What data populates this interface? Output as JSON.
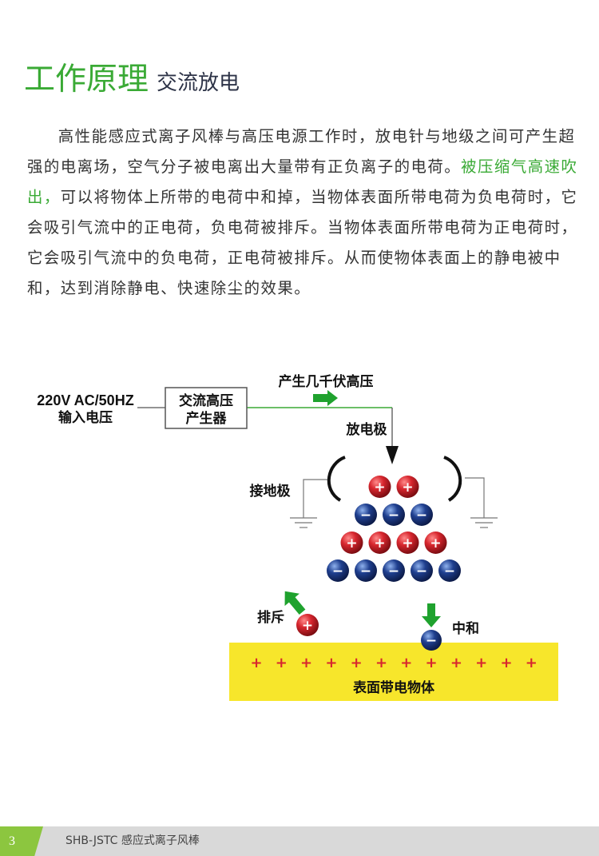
{
  "title": {
    "main": "工作原理",
    "sub": "交流放电"
  },
  "intro": {
    "part1": "高性能感应式离子风棒与高压电源工作时，放电针与地级之间可产生超强的电离场，空气分子被电离出大量带有正负离子的电荷。",
    "highlight": "被压缩气高速吹出，",
    "part2": "可以将物体上所带的电荷中和掉，当物体表面所带电荷为负电荷时，它会吸引气流中的正电荷，负电荷被排斥。当物体表面所带电荷为正电荷时，它会吸引气流中的负电荷，正电荷被排斥。从而使物体表面上的静电被中和，达到消除静电、快速除尘的效果。"
  },
  "diagram": {
    "input_line1": "220V AC/50HZ",
    "input_line2": "输入电压",
    "generator_line1": "交流高压",
    "generator_line2": "产生器",
    "high_voltage_label": "产生几千伏高压",
    "discharge_label": "放电极",
    "ground_label": "接地极",
    "repel_label": "排斥",
    "neutralize_label": "中和",
    "surface_label": "表面带电物体",
    "positive_symbol": "+",
    "negative_symbol": "−",
    "ion_rows": [
      {
        "sign": "+",
        "count": 2
      },
      {
        "sign": "-",
        "count": 3
      },
      {
        "sign": "+",
        "count": 4
      },
      {
        "sign": "-",
        "count": 5
      }
    ],
    "surface_plus_count": 12,
    "colors": {
      "accent_green": "#3aaa35",
      "arrow_green": "#1fa22e",
      "positive_ion": "#d7262e",
      "negative_ion": "#1f3f8f",
      "surface_yellow": "#f7e62b",
      "surface_plus": "#d7262e"
    }
  },
  "footer": {
    "page_number": "3",
    "text": "SHB-JSTC 感应式离子风棒",
    "accent_color": "#8cc63f"
  }
}
